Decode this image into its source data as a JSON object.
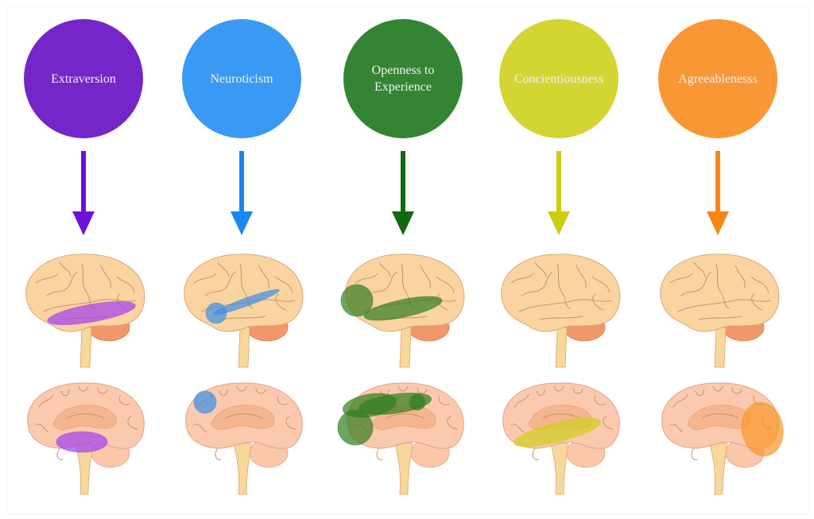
{
  "title": "Big Five personality traits and associated brain regions",
  "traits": [
    {
      "id": "extraversion",
      "label": "Extraversion",
      "color": "#7426c8",
      "arrow_color": "#6f10d8",
      "highlight_color": "#a23df0"
    },
    {
      "id": "neuroticism",
      "label": "Neuroticism",
      "color": "#3a99f5",
      "arrow_color": "#1a86f0",
      "highlight_color": "#3a8ee8"
    },
    {
      "id": "openness",
      "label": "Openness to\nExperience",
      "color": "#338534",
      "arrow_color": "#11690f",
      "highlight_color": "#2f7d1e"
    },
    {
      "id": "conscientiousness",
      "label": "Concientiousness",
      "color": "#d4d433",
      "arrow_color": "#cccc10",
      "highlight_color": "#cfcf1a"
    },
    {
      "id": "agreeableness",
      "label": "Agreeablenesss",
      "color": "#fa9735",
      "arrow_color": "#f98512",
      "highlight_color": "#f99528"
    }
  ],
  "brain_colors": {
    "cortex": "#fad4a0",
    "cortex_outline": "#d9a676",
    "cerebellum": "#f2976a",
    "stem": "#f7d79a",
    "medial": "#fbcaae",
    "medial_inner": "#f7b58e"
  }
}
